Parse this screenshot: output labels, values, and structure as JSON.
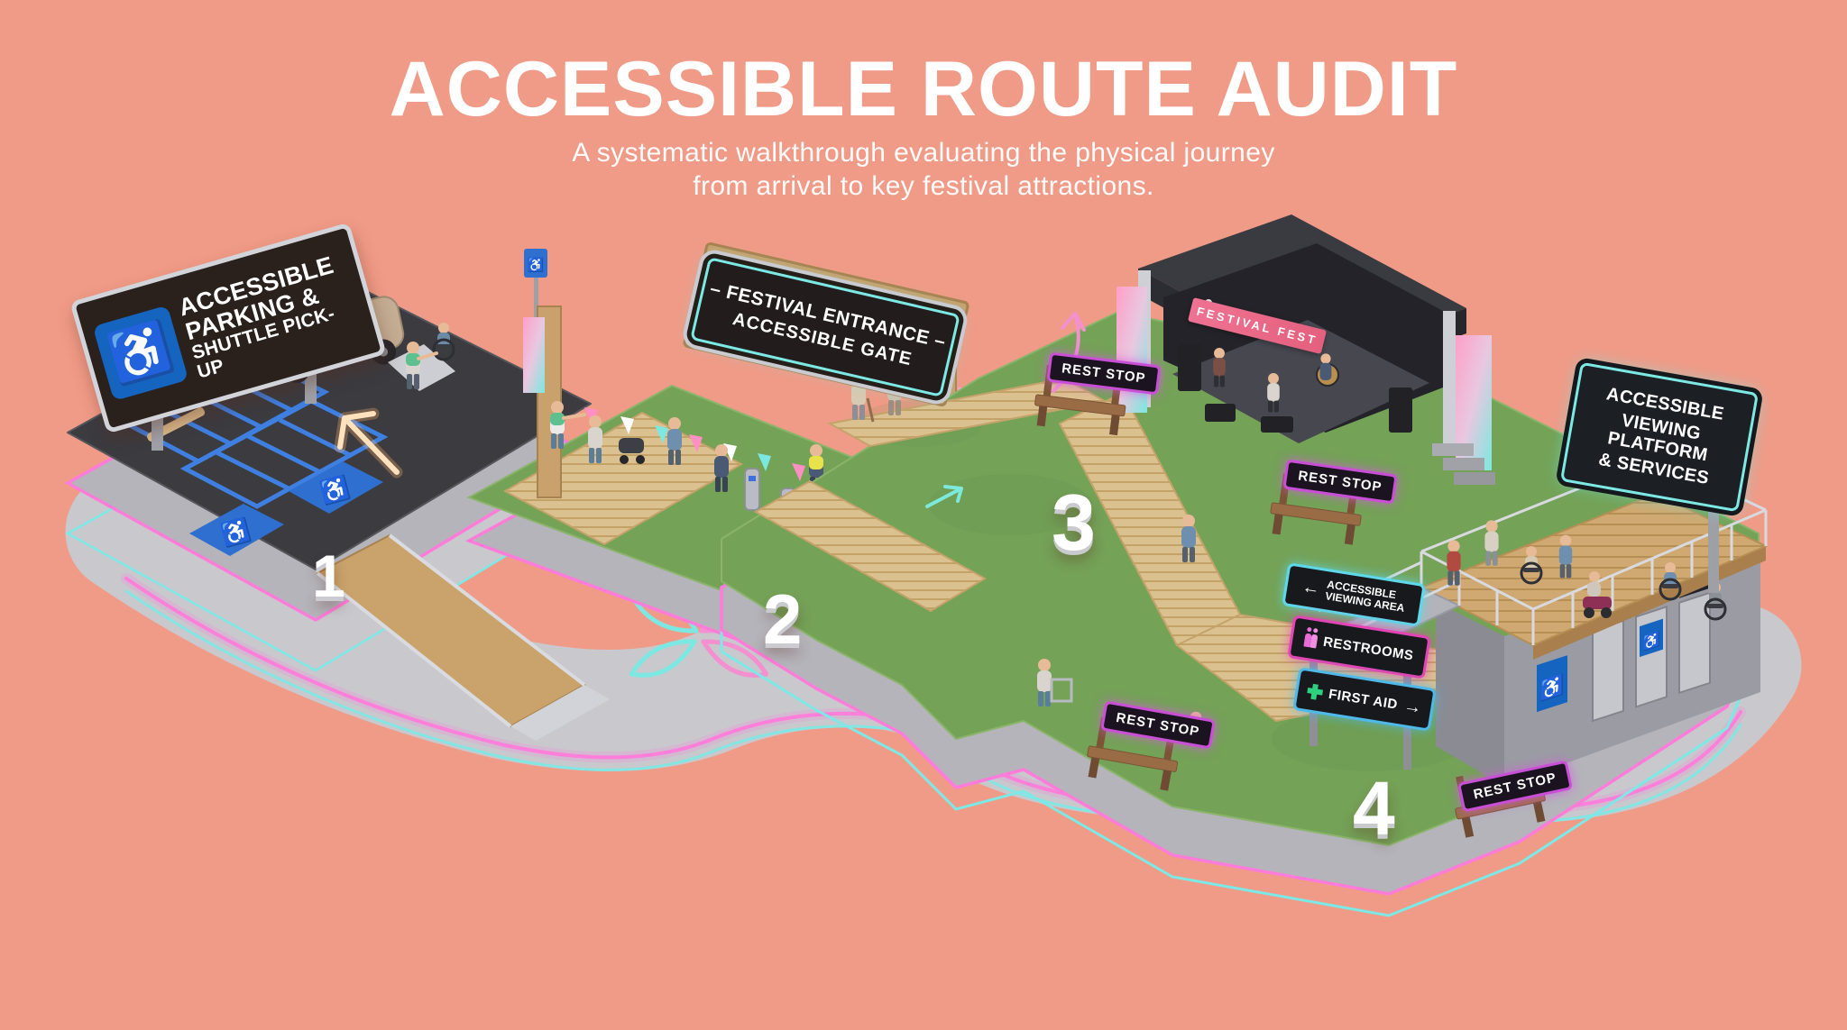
{
  "page": {
    "background_color": "#F09B87",
    "title": "ACCESSIBLE ROUTE AUDIT",
    "subtitle_line1": "A systematic walkthrough evaluating the physical journey",
    "subtitle_line2": "from arrival to key festival attractions."
  },
  "stations": [
    {
      "number": "1"
    },
    {
      "number": "2"
    },
    {
      "number": "3"
    },
    {
      "number": "4"
    }
  ],
  "signs": {
    "parking": {
      "icon": "wheelchair-symbol",
      "line1": "ACCESSIBLE",
      "line2": "PARKING &",
      "line3": "SHUTTLE PICK-UP"
    },
    "entrance": {
      "line1": "– FESTIVAL ENTRANCE –",
      "line2": "ACCESSIBLE GATE"
    },
    "stage_banner": {
      "text": "FESTIVAL FEST"
    },
    "viewing_platform": {
      "line1": "ACCESSIBLE",
      "line2": "VIEWING PLATFORM",
      "line3": "& SERVICES"
    },
    "directional_viewing_area": {
      "arrow": "left",
      "line1": "ACCESSIBLE",
      "line2": "VIEWING AREA"
    },
    "directional_restrooms": {
      "icon": "restroom-figures",
      "label": "RESTROOMS"
    },
    "directional_first_aid": {
      "icon": "medical-cross",
      "label": "FIRST AID",
      "arrow": "right"
    },
    "rest_stop": {
      "label": "REST STOP"
    }
  },
  "icons": {
    "wheelchair_glyph": "♿",
    "left_arrow": "←",
    "right_arrow": "→"
  },
  "colors": {
    "background": "#F09B87",
    "neon_pink": "#FF7BD9",
    "neon_cyan": "#7CE9E6",
    "neon_purple": "#C94FD6",
    "accessible_blue": "#1565C0",
    "grass_green": "#74A257",
    "boardwalk_tan": "#D9BD8F",
    "asphalt_dark": "#3B3B40",
    "concrete_light": "#C6C6CB",
    "sign_panel_dark": "#241E1C",
    "first_aid_green": "#2ECF7F",
    "restroom_pink": "#E96BD8",
    "title_white": "#FFFFFF"
  }
}
